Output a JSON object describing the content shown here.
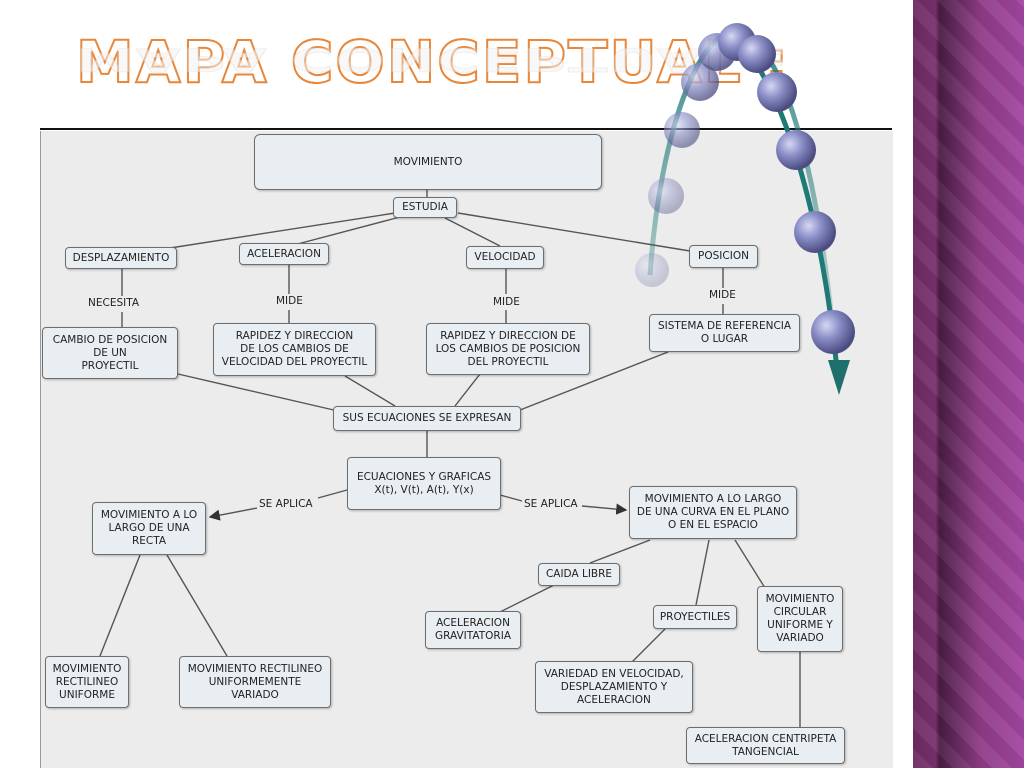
{
  "title": "MAPA CONCEPTUAL :",
  "nodes": {
    "movimiento": "MOVIMIENTO",
    "estudia": "ESTUDIA",
    "desplazamiento": "DESPLAZAMIENTO",
    "aceleracion": "ACELERACION",
    "velocidad": "VELOCIDAD",
    "posicion": "POSICION",
    "cambio_posicion": "CAMBIO DE POSICION\nDE UN\nPROYECTIL",
    "rapidez_cambios_velocidad": "RAPIDEZ Y DIRECCION\nDE LOS CAMBIOS DE\nVELOCIDAD DEL PROYECTIL",
    "rapidez_cambios_posicion": "RAPIDEZ Y DIRECCION DE\nLOS CAMBIOS DE POSICION\nDEL PROYECTIL",
    "sistema_referencia": "SISTEMA DE REFERENCIA\nO LUGAR",
    "ecuaciones_expresan": "SUS ECUACIONES SE EXPRESAN",
    "ecuaciones_graficas": "ECUACIONES Y GRAFICAS\nX(t), V(t), A(t), Y(x)",
    "movimiento_recta": "MOVIMIENTO A LO\nLARGO DE UNA\nRECTA",
    "movimiento_curva": "MOVIMIENTO A LO LARGO\nDE UNA CURVA EN EL PLANO\nO EN EL ESPACIO",
    "mru": "MOVIMIENTO\nRECTILINEO\nUNIFORME",
    "mruv": "MOVIMIENTO RECTILINEO\nUNIFORMEMENTE\nVARIADO",
    "caida_libre": "CAIDA LIBRE",
    "aceleracion_gravitatoria": "ACELERACION\nGRAVITATORIA",
    "proyectiles": "PROYECTILES",
    "circular": "MOVIMIENTO\nCIRCULAR\nUNIFORME Y\nVARIADO",
    "variedad": "VARIEDAD EN VELOCIDAD,\nDESPLAZAMIENTO Y\nACELERACION",
    "centripeta": "ACELERACION CENTRIPETA\nTANGENCIAL"
  },
  "link_labels": {
    "necesita": "NECESITA",
    "mide_1": "MIDE",
    "mide_2": "MIDE",
    "mide_3": "MIDE",
    "se_aplica_left": "SE APLICA",
    "se_aplica_right": "SE APLICA"
  },
  "colors": {
    "title_outline": "#e8873a",
    "node_fill": "#e9eef2",
    "node_border": "#6e6e6e",
    "connector": "#555555",
    "panel": "#ececec",
    "accent_stripe": "#8e3c86",
    "trajectory": "#1f7a77",
    "ball": "#7b7fb8"
  }
}
